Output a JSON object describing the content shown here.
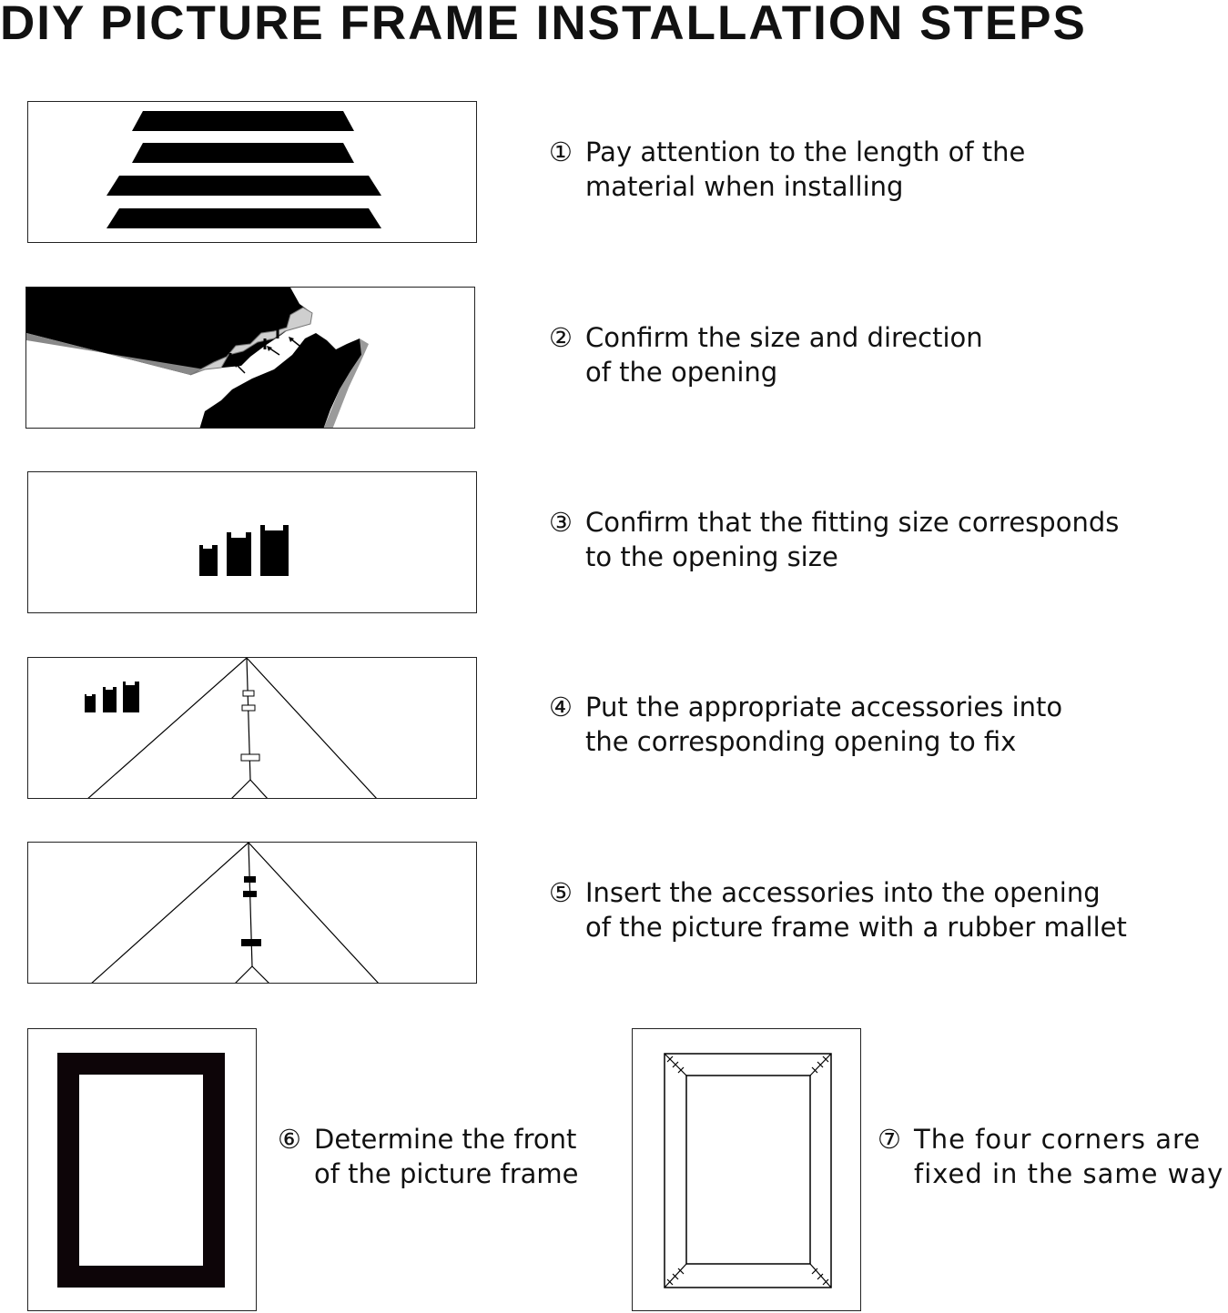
{
  "title": "DIY PICTURE FRAME INSTALLATION STEPS",
  "steps": [
    {
      "num": "①",
      "line1": "Pay attention to the length of the",
      "line2": "material when installing"
    },
    {
      "num": "②",
      "line1": "Confirm the size and direction",
      "line2": "of the opening"
    },
    {
      "num": "③",
      "line1": "Confirm that the fitting size corresponds",
      "line2": "to the opening size"
    },
    {
      "num": "④",
      "line1": "Put the appropriate accessories into",
      "line2": "the corresponding opening to fix"
    },
    {
      "num": "⑤",
      "line1": "Insert the accessories into the opening",
      "line2": "of the picture frame with a rubber mallet"
    },
    {
      "num": "⑥",
      "line1": "Determine the front",
      "line2": "of the picture frame"
    },
    {
      "num": "⑦",
      "line1": "The four corners are",
      "line2": "fixed in the same way"
    }
  ]
}
